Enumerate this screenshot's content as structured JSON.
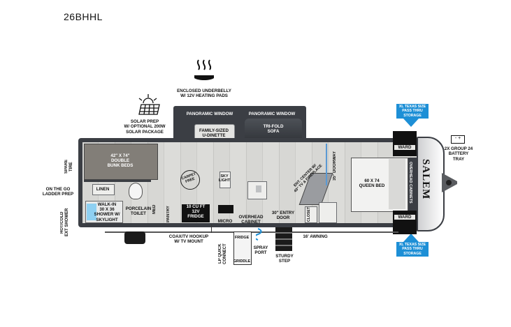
{
  "model": "26BHHL",
  "callouts": {
    "underbelly": [
      "ENCLOSED UNDERBELLY",
      "W/ 12V HEATING PADS"
    ],
    "solar": [
      "SOLAR PREP",
      "W/ OPTIONAL 200W",
      "SOLAR PACKAGE"
    ],
    "spare_tire": "SPARE TIRE",
    "ladder": [
      "ON THE GO",
      "LADDER PREP"
    ],
    "ext_shower": [
      "HOT/COLD",
      "EXT SHOWER"
    ],
    "coax": [
      "COAX/TV HOOKUP",
      "W/ TV MOUNT"
    ],
    "lp_connect": [
      "LP QUICK",
      "CONNECT"
    ],
    "griddle": "GRIDDLE",
    "spray_port": [
      "SPRAY",
      "PORT"
    ],
    "sturdy_step": [
      "STURDY",
      "STEP"
    ],
    "awning": "16' AWNING",
    "battery": [
      "2X GROUP 24",
      "BATTERY",
      "TRAY"
    ],
    "storage_top": [
      "XL TEXAS SIZE",
      "PASS THRU",
      "STORAGE"
    ],
    "storage_bottom": [
      "XL TEXAS SIZE",
      "PASS THRU",
      "STORAGE"
    ]
  },
  "rooms": {
    "panoramic_window_left": "PANORAMIC WINDOW",
    "panoramic_window_right": "PANORAMIC WINDOW",
    "dinette": [
      "FAMILY-SIZED",
      "U-DINETTE"
    ],
    "sofa": [
      "TRI-FOLD",
      "SOFA"
    ],
    "bunk": [
      "42\" X 74\"",
      "DOUBLE",
      "BUNK BEDS"
    ],
    "linen": "LINEN",
    "shower": [
      "WALK-IN",
      "30 X 36",
      "SHOWER W/",
      "SKYLIGHT"
    ],
    "toilet": [
      "PORCELAIN",
      "TOILET"
    ],
    "med": "MED",
    "pantry": "PANTRY",
    "fridge": [
      "10 CU FT",
      "12V",
      "FRIDGE"
    ],
    "micro": "MICRO",
    "overhead_cabinet": [
      "OVERHEAD",
      "CABINET"
    ],
    "carpet_free": [
      "CARPET",
      "FREE"
    ],
    "skylight": [
      "SKY",
      "LIGHT"
    ],
    "ent_center": [
      "ENT. CENTER W/",
      "40\" TV & FIREPLACE"
    ],
    "doorway": "35\" DOORWAY",
    "entry_door": [
      "30\" ENTRY",
      "DOOR"
    ],
    "closet": "CLOSET",
    "wardrobe_top": "WARD",
    "wardrobe_bottom": "WARD",
    "queen_bed": [
      "60 X 74",
      "QUEEN BED"
    ],
    "overhead_cabinets_bed": "OVERHEAD CABINETS",
    "fridge_small": "FRIDGE",
    "brand": "SALEM"
  },
  "colors": {
    "wall": "#3b3e44",
    "storage_blue": "#1d8fd6",
    "floor": "#d7d7d4"
  }
}
